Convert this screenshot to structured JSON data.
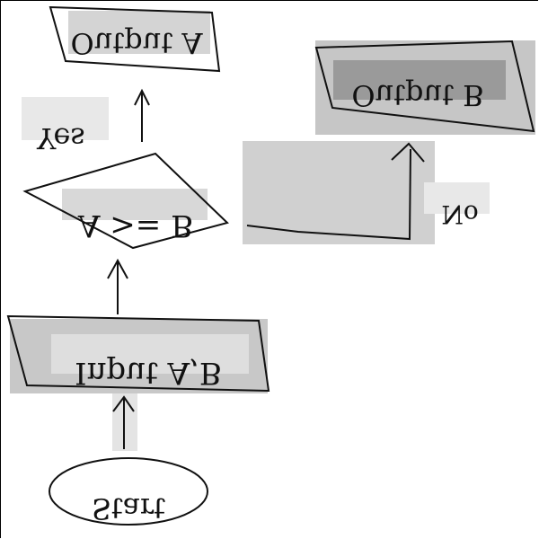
{
  "nodes": {
    "start": {
      "label": "Start"
    },
    "input": {
      "label": "Input A,B"
    },
    "decision": {
      "label": "A >= B"
    },
    "output_a": {
      "label": "Output A"
    },
    "output_b": {
      "label": "Output B"
    }
  },
  "edges": {
    "yes": {
      "label": "Yes"
    },
    "no": {
      "label": "No"
    }
  },
  "colors": {
    "ink": "#111111",
    "highlight_light": "#dcdcdc",
    "highlight_mid": "#c8c8c8",
    "highlight_dark": "#9a9a9a",
    "background": "#ffffff"
  },
  "note": "Image is rendered vertically flipped (mirrored upside-down)."
}
